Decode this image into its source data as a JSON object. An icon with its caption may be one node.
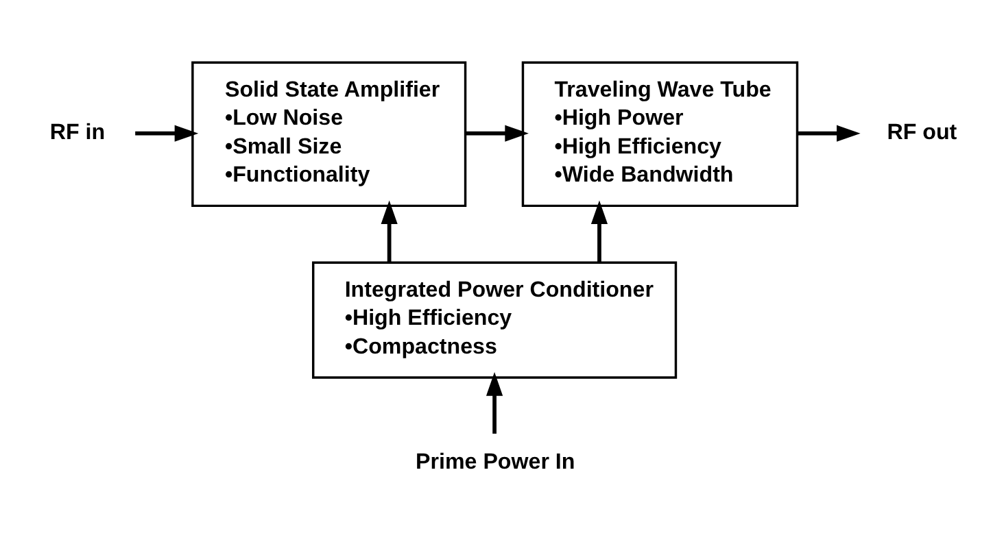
{
  "diagram": {
    "nodes": [
      {
        "text": [
          "Solid State Amplifier",
          "•Low Noise",
          "•Small Size",
          "•Functionality"
        ]
      },
      {
        "text": [
          "Traveling Wave Tube",
          "•High Power",
          "•High Efficiency",
          "•Wide Bandwidth"
        ]
      },
      {
        "text": [
          "Integrated Power Conditioner",
          "•High Efficiency",
          "•Compactness"
        ]
      },
      {
        "text": [
          "RF in"
        ]
      },
      {
        "text": [
          "RF out"
        ]
      },
      {
        "text": [
          "Prime Power In"
        ]
      }
    ],
    "edges": [
      {
        "from": 3,
        "to": 0,
        "arrow": "to"
      },
      {
        "from": 0,
        "to": 1,
        "arrow": "to"
      },
      {
        "from": 1,
        "to": 4,
        "arrow": "to"
      },
      {
        "from": 2,
        "to": 0,
        "arrow": "to"
      },
      {
        "from": 2,
        "to": 1,
        "arrow": "to"
      },
      {
        "from": 5,
        "to": 2,
        "arrow": "to"
      }
    ]
  }
}
